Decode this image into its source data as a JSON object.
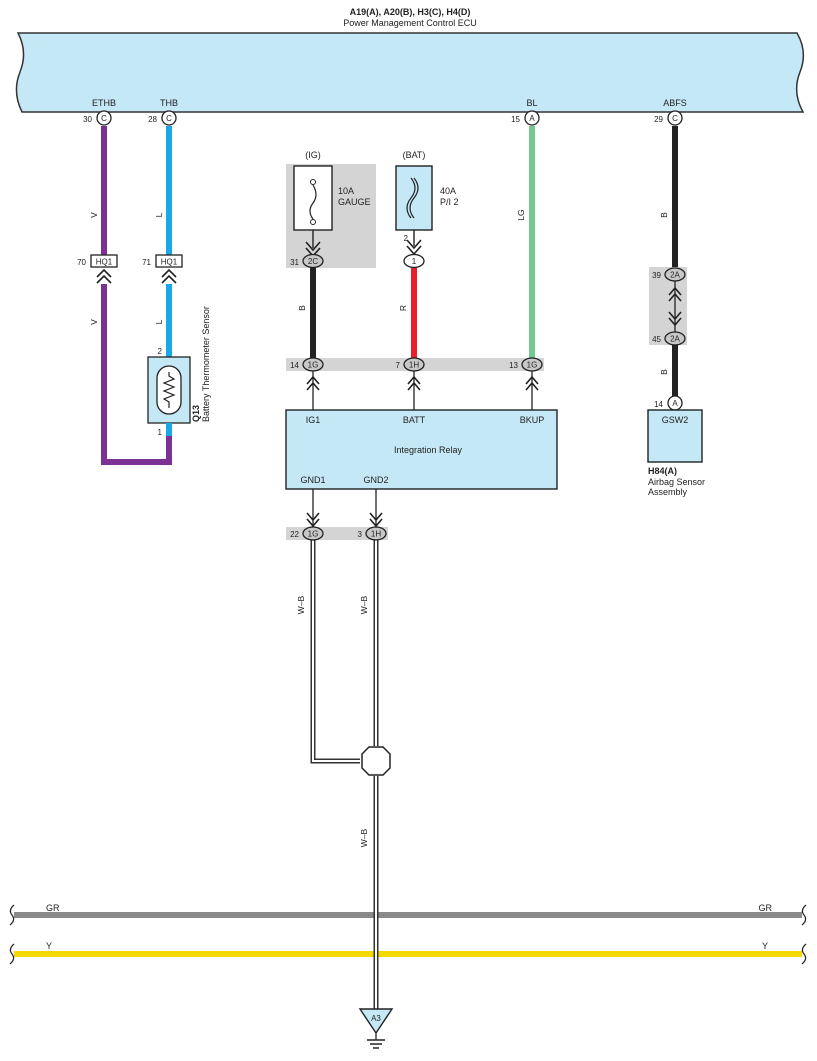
{
  "ecu": {
    "header_bold": "A19(A), A20(B), H3(C), H4(D)",
    "name": "Power Management Control ECU",
    "pins": [
      {
        "name": "ETHB",
        "num": "30",
        "conn": "C"
      },
      {
        "name": "THB",
        "num": "28",
        "conn": "C"
      },
      {
        "name": "BL",
        "num": "15",
        "conn": "A"
      },
      {
        "name": "ABFS",
        "num": "29",
        "conn": "C"
      }
    ]
  },
  "wires": {
    "v": "V",
    "l": "L",
    "b": "B",
    "r": "R",
    "lg": "LG",
    "wb": "W–B",
    "gr": "GR",
    "y": "Y"
  },
  "junction_hq1": {
    "left_num": "70",
    "right_num": "71",
    "label": "HQ1"
  },
  "sensor": {
    "code": "Q13",
    "name": "Battery Thermometer Sensor",
    "pin_top": "2",
    "pin_bottom": "1"
  },
  "fuses": {
    "ig": {
      "supply": "(IG)",
      "rating": "10A",
      "name": "GAUGE",
      "pin": "31",
      "conn": "2C"
    },
    "bat": {
      "supply": "(BAT)",
      "rating": "40A",
      "name": "P/I 2",
      "pin_label": "2",
      "conn": "1"
    }
  },
  "relay": {
    "name": "Integration Relay",
    "top_conns": [
      {
        "num": "14",
        "conn": "1G",
        "label": "IG1"
      },
      {
        "num": "7",
        "conn": "1H",
        "label": "BATT"
      },
      {
        "num": "13",
        "conn": "1G",
        "label": "BKUP"
      }
    ],
    "bottom_conns": [
      {
        "num": "22",
        "conn": "1G",
        "label": "GND1"
      },
      {
        "num": "3",
        "conn": "1H",
        "label": "GND2"
      }
    ]
  },
  "abfs_junction": {
    "top": {
      "num": "39",
      "conn": "2A"
    },
    "bottom": {
      "num": "45",
      "conn": "2A"
    }
  },
  "airbag": {
    "pin": "14",
    "conn": "A",
    "terminal": "GSW2",
    "code": "H84(A)",
    "name_line1": "Airbag Sensor",
    "name_line2": "Assembly"
  },
  "ground": {
    "label": "A3"
  },
  "colors": {
    "ecu_fill": "#c5e8f6",
    "violet": "#7b3294",
    "blue": "#1ba8e8",
    "black": "#222222",
    "red": "#e8202a",
    "light_green": "#76c893",
    "gray": "#8a8a8a",
    "yellow": "#f5d800",
    "shade": "#d4d4d4"
  }
}
